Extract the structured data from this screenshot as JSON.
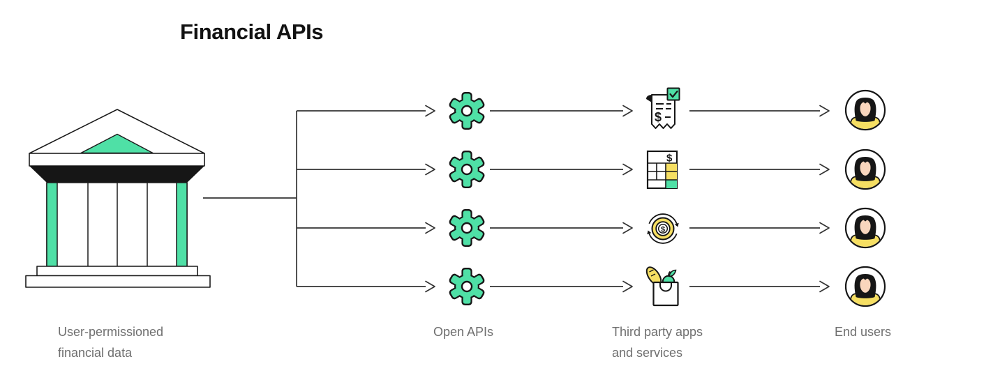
{
  "title": "Financial APIs",
  "labels": {
    "source_line1": "User-permissioned",
    "source_line2": "financial data",
    "apis": "Open APIs",
    "apps_line1": "Third party apps",
    "apps_line2": "and services",
    "users": "End users"
  },
  "icon_symbols": {
    "receipt_currency": "$",
    "spreadsheet_currency": "$",
    "coin_currency": "$"
  },
  "icons": {
    "source": "bank-building-icon",
    "apis": "gear-icon",
    "apps_row1": "receipt-check-icon",
    "apps_row2": "spreadsheet-icon",
    "apps_row3": "money-transfer-icon",
    "apps_row4": "grocery-bag-icon",
    "users": "person-avatar-icon"
  },
  "structure": {
    "row_count": 4
  },
  "colors": {
    "mint": "#4FE0A6",
    "yellow": "#F6DF63",
    "peach": "#F9D6BD",
    "ink": "#161616",
    "connector": "#333333",
    "caption_gray": "#6F6F6F",
    "background": "#FFFFFF"
  }
}
